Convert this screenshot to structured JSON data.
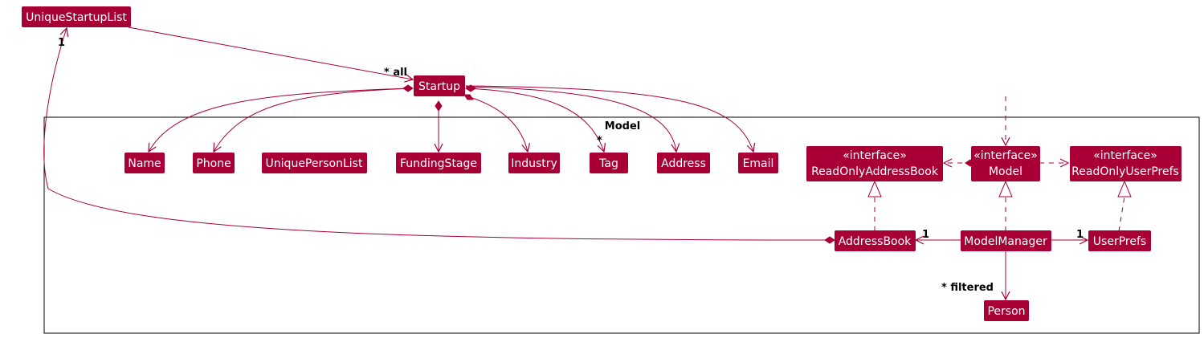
{
  "colors": {
    "box_fill": "#A80036",
    "line": "#A80036",
    "text_on_box": "#FFFFFF",
    "label": "#000000",
    "frame": "#000000",
    "background": "#FFFFFF"
  },
  "package": {
    "name": "Model"
  },
  "classes": {
    "unique_startup_list": "UniqueStartupList",
    "startup": "Startup",
    "name": "Name",
    "phone": "Phone",
    "unique_person_list": "UniquePersonList",
    "funding_stage": "FundingStage",
    "industry": "Industry",
    "tag": "Tag",
    "address": "Address",
    "email": "Email",
    "read_only_address_book": {
      "stereotype": "«interface»",
      "name": "ReadOnlyAddressBook"
    },
    "model": {
      "stereotype": "«interface»",
      "name": "Model"
    },
    "read_only_user_prefs": {
      "stereotype": "«interface»",
      "name": "ReadOnlyUserPrefs"
    },
    "address_book": "AddressBook",
    "model_manager": "ModelManager",
    "user_prefs": "UserPrefs",
    "person": "Person"
  },
  "labels": {
    "startup_list_multiplicity": "1",
    "all_startups": "* all",
    "tag_multiplicity": "*",
    "address_book_multiplicity": "1",
    "user_prefs_multiplicity": "1",
    "filtered_persons": "* filtered"
  }
}
